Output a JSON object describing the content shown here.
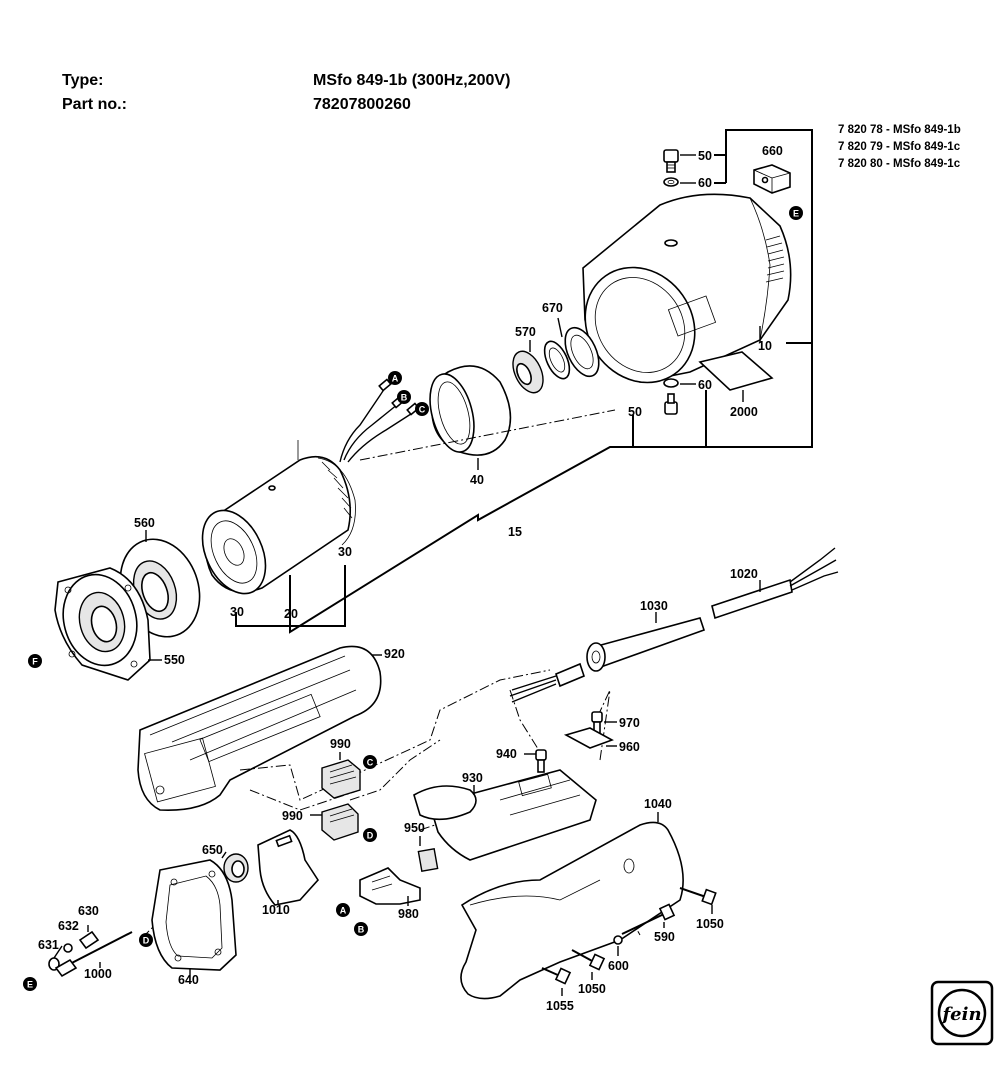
{
  "header": {
    "type_label": "Type:",
    "type_value": "MSfo 849-1b (300Hz,200V)",
    "part_label": "Part no.:",
    "part_value": "78207800260"
  },
  "variants": [
    "7 820 78 - MSfo 849-1b",
    "7 820 79 - MSfo 849-1c",
    "7 820 80 - MSfo 849-1c"
  ],
  "callouts": {
    "p50a": "50",
    "p60a": "60",
    "p660": "660",
    "p670": "670",
    "p570": "570",
    "p10": "10",
    "p60b": "60",
    "p50b": "50",
    "p2000": "2000",
    "p40": "40",
    "p15": "15",
    "p30a": "30",
    "p30b": "30",
    "p20": "20",
    "p560": "560",
    "p550": "550",
    "p920": "920",
    "p1020": "1020",
    "p1030": "1030",
    "p970": "970",
    "p960": "960",
    "p940": "940",
    "p930": "930",
    "p990a": "990",
    "p990b": "990",
    "p950": "950",
    "p650": "650",
    "p1010": "1010",
    "p980": "980",
    "p1040": "1040",
    "p1050a": "1050",
    "p590": "590",
    "p600": "600",
    "p1050b": "1050",
    "p1055": "1055",
    "p630": "630",
    "p632": "632",
    "p631": "631",
    "p1000": "1000",
    "p640": "640"
  },
  "markers": {
    "mA1": "A",
    "mB1": "B",
    "mC1": "C",
    "mE1": "E",
    "mF": "F",
    "mC2": "C",
    "mD1": "D",
    "mA2": "A",
    "mB2": "B",
    "mD2": "D",
    "mE2": "E"
  },
  "logo_text": "fein"
}
